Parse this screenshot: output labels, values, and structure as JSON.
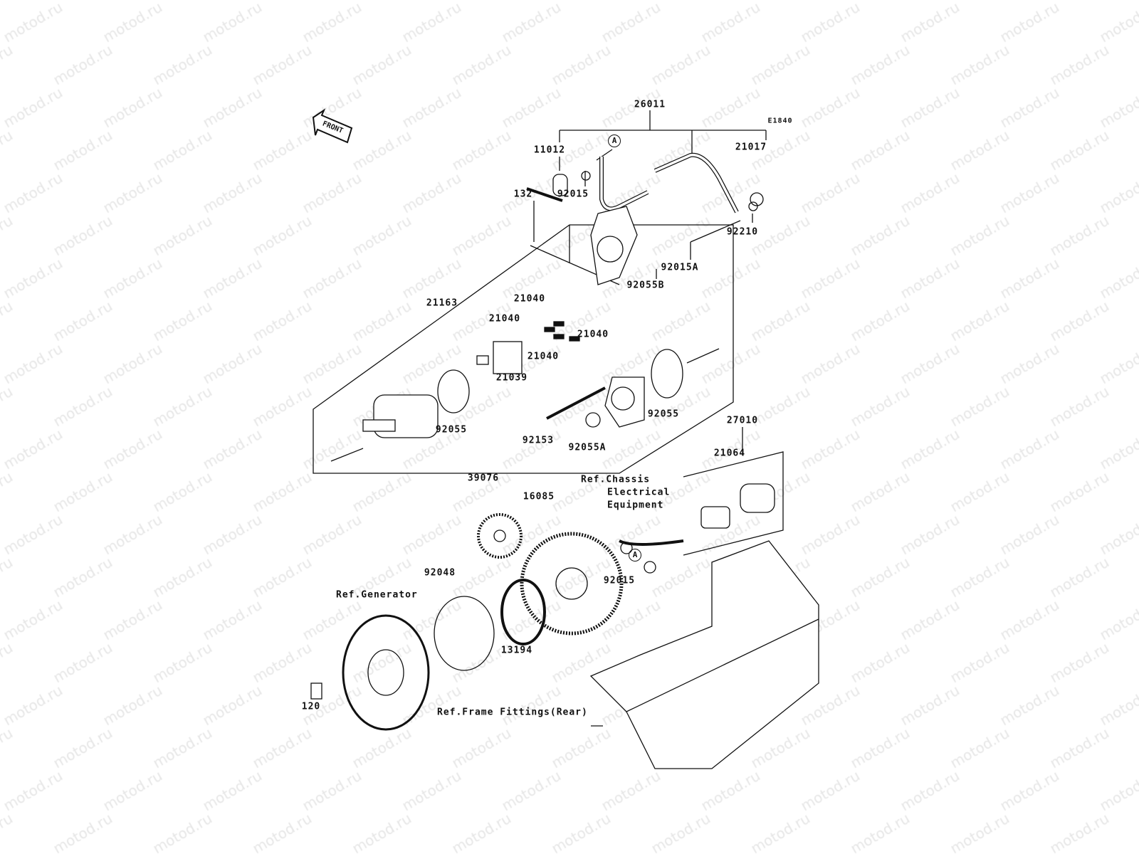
{
  "diagram_code": "E1840",
  "front_arrow_label": "FRONT",
  "watermark": "motod.ru",
  "callouts": {
    "a_top": "A",
    "a_bottom": "A"
  },
  "parts": {
    "p26011": "26011",
    "p11012": "11012",
    "p21017": "21017",
    "p92015_top": "92015",
    "p132": "132",
    "p92210": "92210",
    "p92015A": "92015A",
    "p92055B": "92055B",
    "p21040_a": "21040",
    "p21040_b": "21040",
    "p21040_c": "21040",
    "p21040_d": "21040",
    "p21163": "21163",
    "p21039": "21039",
    "p92055_left": "92055",
    "p92055_right": "92055",
    "p92153": "92153",
    "p92055A": "92055A",
    "p27010": "27010",
    "p21064": "21064",
    "p39076": "39076",
    "p16085": "16085",
    "p92015_bottom": "92015",
    "p92048": "92048",
    "p13194": "13194",
    "p120": "120"
  },
  "references": {
    "chassis_line1": "Ref.Chassis",
    "chassis_line2": "Electrical",
    "chassis_line3": "Equipment",
    "generator": "Ref.Generator",
    "frame": "Ref.Frame Fittings(Rear)"
  }
}
